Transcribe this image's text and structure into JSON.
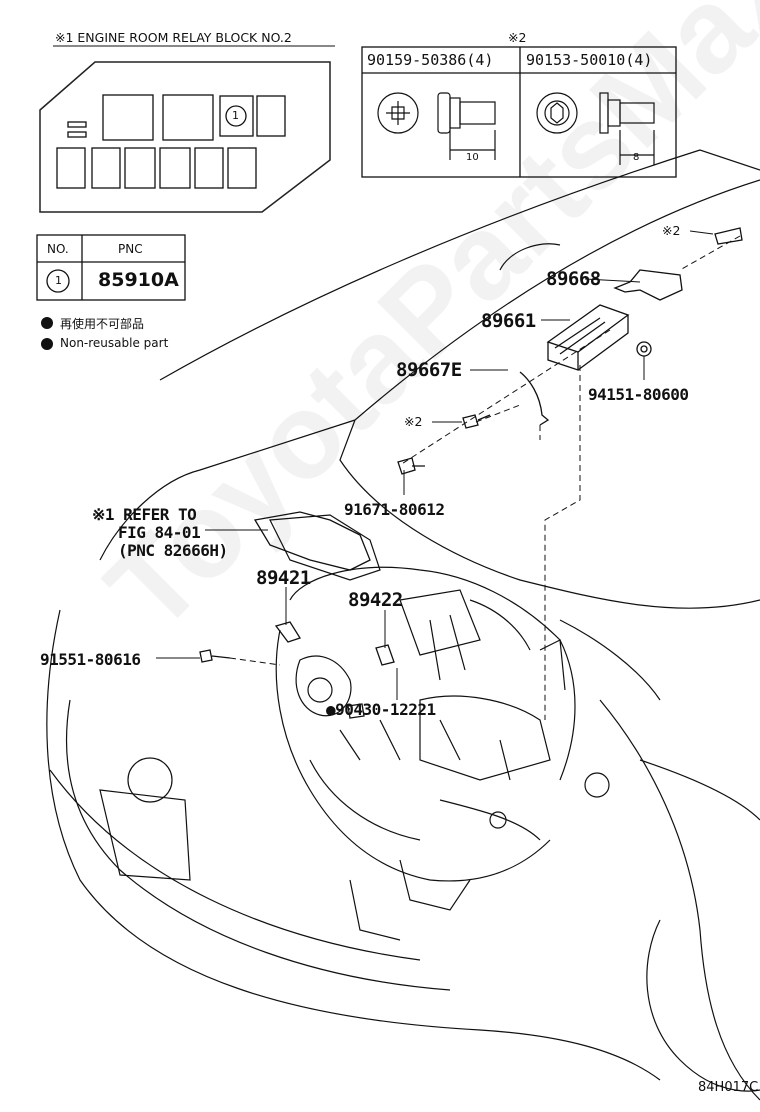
{
  "relay_block": {
    "title": "※1 ENGINE ROOM RELAY BLOCK NO.2",
    "slot_marker": "1"
  },
  "pnc_table": {
    "col_no": "NO.",
    "col_pnc": "PNC",
    "row_no": "1",
    "row_pnc": "85910A"
  },
  "legend": {
    "line_jp": "再使用不可部品",
    "line_en": "Non-reusable part"
  },
  "bolt_table": {
    "marker": "※2",
    "col1": "90159-50386(4)",
    "col2": "90153-50010(4)",
    "dim1": "10",
    "dim2": "8"
  },
  "parts": {
    "p_star2_top": "※2",
    "p89668": "89668",
    "p89661": "89661",
    "p89667E": "89667E",
    "p94151": "94151-80600",
    "p_star2_mid": "※2",
    "p91671": "91671-80612",
    "refer_line1": "※1 REFER TO",
    "refer_line2": "FIG 84-01",
    "refer_line3": "(PNC 82666H)",
    "p89421": "89421",
    "p89422": "89422",
    "p91551": "91551-80616",
    "p90430": "●90430-12221"
  },
  "figure_code": "84H017C",
  "watermark": "ToyotaPartsMax"
}
